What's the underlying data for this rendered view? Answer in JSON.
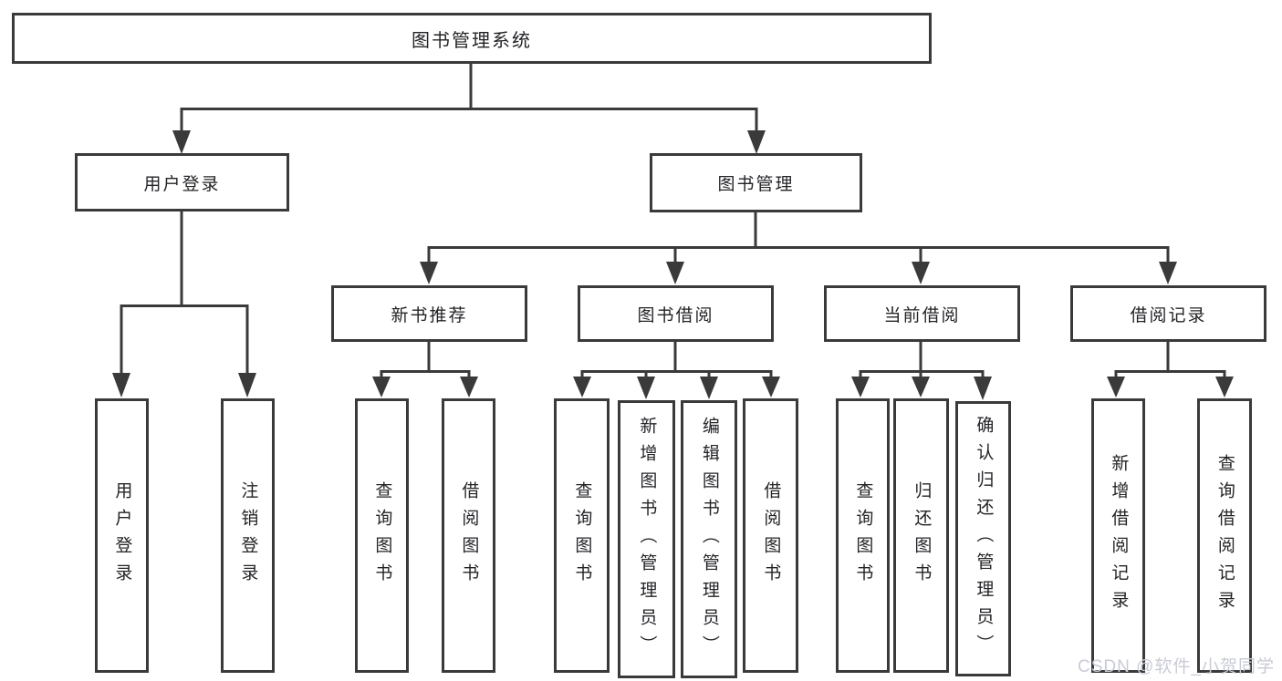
{
  "diagram": {
    "root": {
      "label": "图书管理系统"
    },
    "branches": [
      {
        "label": "用户登录",
        "children": [
          {
            "label": "用户登录"
          },
          {
            "label": "注销登录"
          }
        ]
      },
      {
        "label": "图书管理",
        "children": [
          {
            "label": "新书推荐",
            "children": [
              {
                "label": "查询图书"
              },
              {
                "label": "借阅图书"
              }
            ]
          },
          {
            "label": "图书借阅",
            "children": [
              {
                "label": "查询图书"
              },
              {
                "label": "新增图书（管理员）"
              },
              {
                "label": "编辑图书（管理员）"
              },
              {
                "label": "借阅图书"
              }
            ]
          },
          {
            "label": "当前借阅",
            "children": [
              {
                "label": "查询图书"
              },
              {
                "label": "归还图书"
              },
              {
                "label": "确认归还（管理员）"
              }
            ]
          },
          {
            "label": "借阅记录",
            "children": [
              {
                "label": "新增借阅记录"
              },
              {
                "label": "查询借阅记录"
              }
            ]
          }
        ]
      }
    ]
  },
  "watermark": {
    "text": "CSDN @软件_小贺同学"
  },
  "colors": {
    "line": "#3a3a3a",
    "text": "#242428",
    "watermark": "#c9cbd6",
    "background": "#ffffff"
  }
}
